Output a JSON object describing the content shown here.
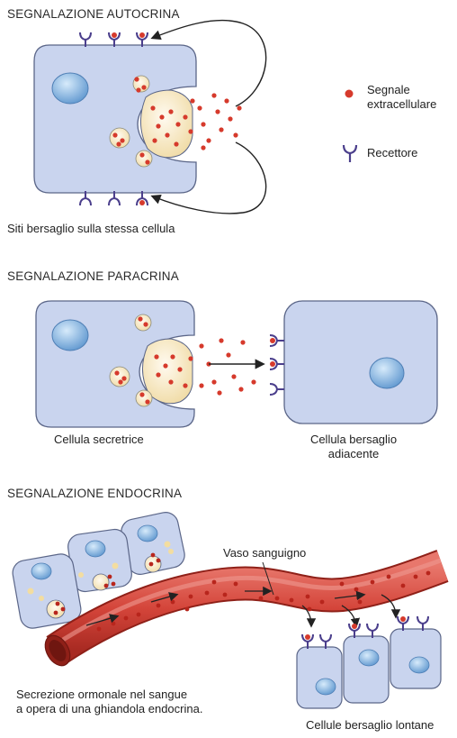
{
  "autocrine": {
    "title": "SEGNALAZIONE AUTOCRINA",
    "caption": "Siti bersaglio sulla stessa cellula"
  },
  "legend": {
    "signal_line1": "Segnale",
    "signal_line2": "extracellulare",
    "receptor": "Recettore"
  },
  "paracrine": {
    "title": "SEGNALAZIONE PARACRINA",
    "secreting_label": "Cellula secretrice",
    "target_line1": "Cellula bersaglio",
    "target_line2": "adiacente"
  },
  "endocrine": {
    "title": "SEGNALAZIONE ENDOCRINA",
    "vessel_label": "Vaso sanguigno",
    "caption_line1": "Secrezione ormonale nel sangue",
    "caption_line2": "a opera di una ghiandola endocrina.",
    "targets_label": "Cellule bersaglio lontane"
  },
  "colors": {
    "cell_fill": "#c9d4ee",
    "cell_stroke": "#5b6688",
    "nucleus": "#7fb2e0",
    "vesicle": "#f7e7b9",
    "signal": "#d63a2c",
    "receptor": "#4b3f8c",
    "vessel": "#d4453a"
  }
}
